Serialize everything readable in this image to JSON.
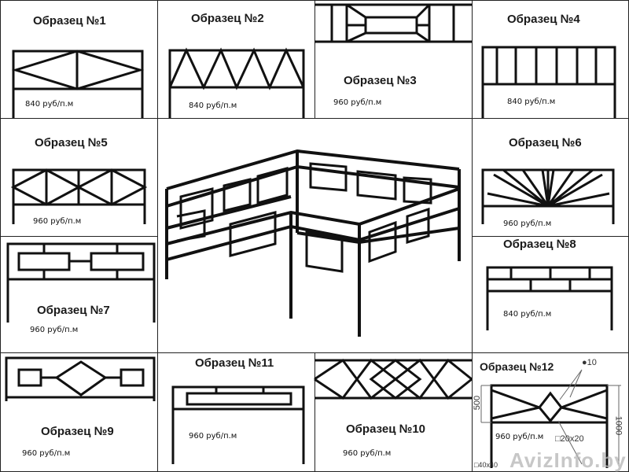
{
  "samples": [
    {
      "title": "Образец №1",
      "price": "840 руб/п.м"
    },
    {
      "title": "Образец №2",
      "price": "840 руб/п.м"
    },
    {
      "title": "Образец №3",
      "price": "960 руб/п.м"
    },
    {
      "title": "Образец №4",
      "price": "840 руб/п.м"
    },
    {
      "title": "Образец №5",
      "price": "960 руб/п.м"
    },
    {
      "title": "Образец №6",
      "price": "960 руб/п.м"
    },
    {
      "title": "Образец №7",
      "price": "960 руб/п.м"
    },
    {
      "title": "Образец №8",
      "price": "840 руб/п.м"
    },
    {
      "title": "Образец №9",
      "price": "960 руб/п.м"
    },
    {
      "title": "Образец №10",
      "price": "960 руб/п.м"
    },
    {
      "title": "Образец №11",
      "price": "960 руб/п.м"
    },
    {
      "title": "Образец №12",
      "price": "960 руб/п.м"
    }
  ],
  "dimensions": {
    "height_section": "500",
    "height_total": "1000",
    "rod": "●10",
    "tube_small": "□20x20",
    "tube_large": "□40x40"
  },
  "watermark": "AvizInfo.by",
  "colors": {
    "line": "#111111",
    "border": "#222222"
  }
}
